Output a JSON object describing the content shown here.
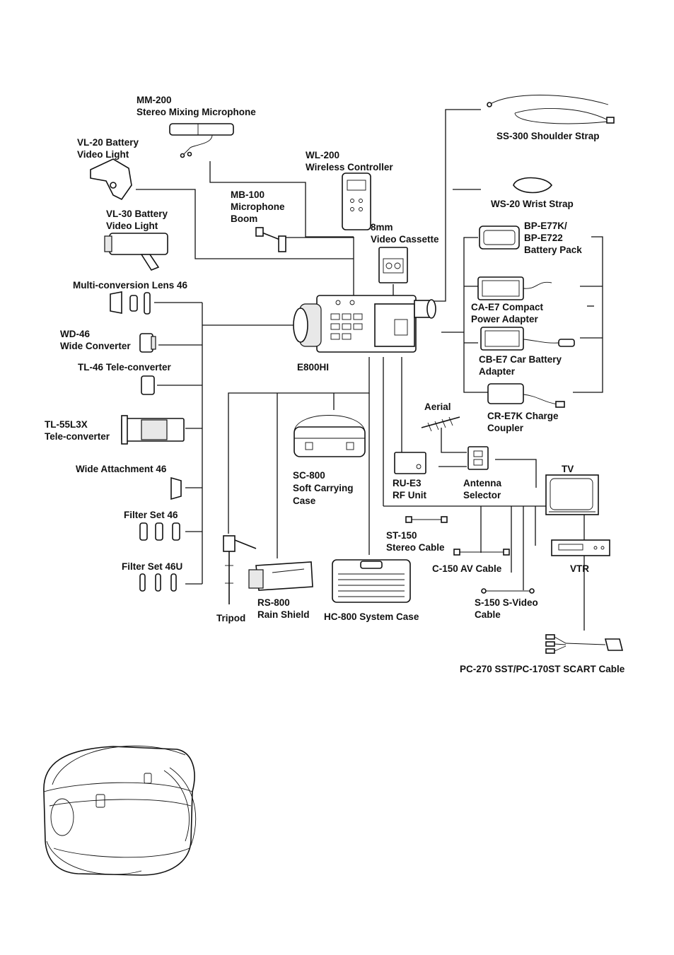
{
  "diagram": {
    "camcorder": "E800HI",
    "accessories": {
      "mm200": [
        "MM-200",
        "Stereo Mixing Microphone"
      ],
      "vl20": [
        "VL-20 Battery",
        "Video Light"
      ],
      "wl200": [
        "WL-200",
        "Wireless Controller"
      ],
      "mb100": [
        "MB-100",
        "Microphone",
        "Boom"
      ],
      "vl30": [
        "VL-30 Battery",
        "Video Light"
      ],
      "cassette": [
        "8mm",
        "Video Cassette"
      ],
      "multilens": [
        "Multi-conversion Lens 46"
      ],
      "wd46": [
        "WD-46",
        "Wide Converter"
      ],
      "tl46": [
        "TL-46 Tele-converter"
      ],
      "tl55": [
        "TL-55L3X",
        "Tele-converter"
      ],
      "wideatt": [
        "Wide Attachment 46"
      ],
      "filter46": [
        "Filter Set 46"
      ],
      "filter46u": [
        "Filter Set 46U"
      ],
      "tripod": [
        "Tripod"
      ],
      "rs800": [
        "RS-800",
        "Rain Shield"
      ],
      "sc800": [
        "SC-800",
        "Soft Carrying",
        "Case"
      ],
      "hc800": [
        "HC-800 System Case"
      ],
      "ss300": [
        "SS-300 Shoulder Strap"
      ],
      "ws20": [
        "WS-20 Wrist Strap"
      ],
      "battery": [
        "BP-E77K/",
        "BP-E722",
        "Battery Pack"
      ],
      "ca_e7": [
        "CA-E7 Compact",
        "Power Adapter"
      ],
      "cb_e7": [
        "CB-E7 Car Battery",
        "Adapter"
      ],
      "cr_e7k": [
        "CR-E7K Charge",
        "Coupler"
      ],
      "aerial": [
        "Aerial"
      ],
      "rfunit": [
        "RU-E3",
        "RF Unit"
      ],
      "antsel": [
        "Antenna",
        "Selector"
      ],
      "tv": [
        "TV"
      ],
      "vtr": [
        "VTR"
      ],
      "st150": [
        "ST-150",
        "Stereo Cable"
      ],
      "c150": [
        "C-150 AV Cable"
      ],
      "s150": [
        "S-150 S-Video",
        "Cable"
      ],
      "pc270": [
        "PC-270 SST/PC-170ST SCART Cable"
      ]
    }
  }
}
